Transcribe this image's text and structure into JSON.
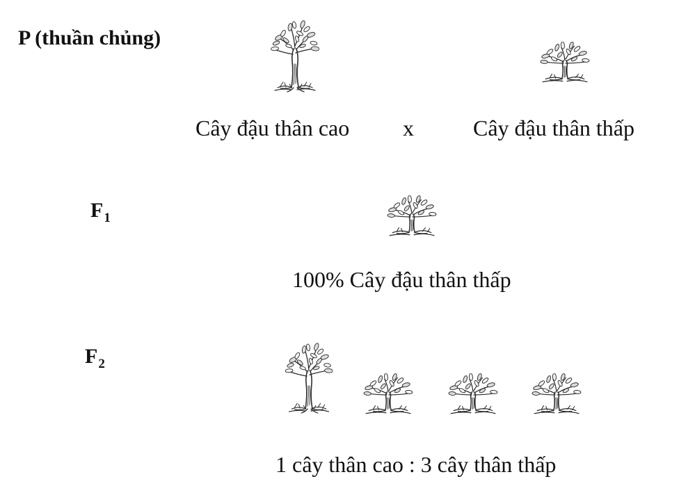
{
  "p": {
    "label": "P (thuần chủng)",
    "tall_text": "Cây đậu thân cao",
    "cross": "x",
    "short_text": "Cây đậu thân thấp"
  },
  "f1": {
    "label_letter": "F",
    "label_sub": "1",
    "text": "100% Cây đậu thân thấp"
  },
  "f2": {
    "label_letter": "F",
    "label_sub": "2",
    "text": "1 cây thân cao : 3 cây thân thấp"
  },
  "icons": {
    "tall": "tall-pea-plant-icon",
    "short": "short-pea-plant-icon"
  }
}
